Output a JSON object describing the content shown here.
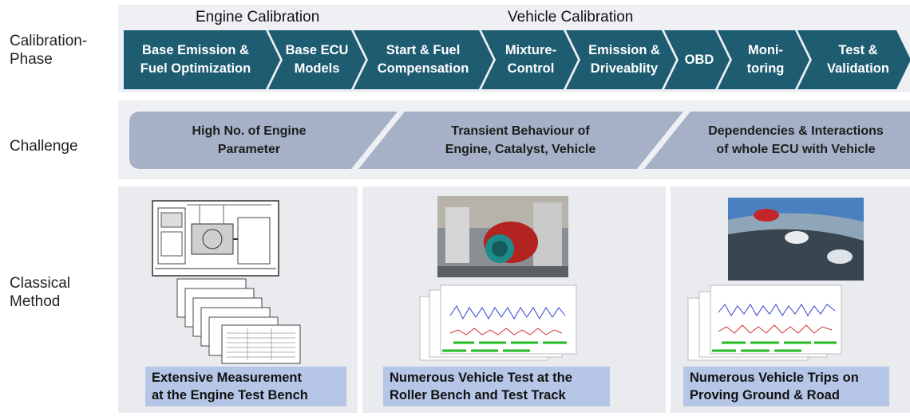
{
  "row_labels": {
    "calibration_phase": "Calibration-\nPhase",
    "challenge": "Challenge",
    "classical_method": "Classical\nMethod"
  },
  "phase_headers": {
    "engine": "Engine Calibration",
    "vehicle": "Vehicle Calibration"
  },
  "phases": [
    "Base Emission &\nFuel Optimization",
    "Base ECU\nModels",
    "Start & Fuel\nCompensation",
    "Mixture-\nControl",
    "Emission &\nDriveablity",
    "OBD",
    "Moni-\ntoring",
    "Test &\nValidation"
  ],
  "challenges": [
    "High No. of Engine\nParameter",
    "Transient Behaviour  of\nEngine, Catalyst, Vehicle",
    "Dependencies & Interactions\nof whole ECU with Vehicle"
  ],
  "methods": [
    "Extensive Measurement\nat the Engine Test Bench",
    "Numerous Vehicle Test at the\nRoller Bench and Test Track",
    "Numerous Vehicle Trips on\nProving Ground  & Road"
  ],
  "colors": {
    "chevron": "#1e5c72",
    "challenge_band": "#a6b0c6",
    "caption_bg": "#b5c6e6",
    "row_bg": "#eef0f4"
  }
}
